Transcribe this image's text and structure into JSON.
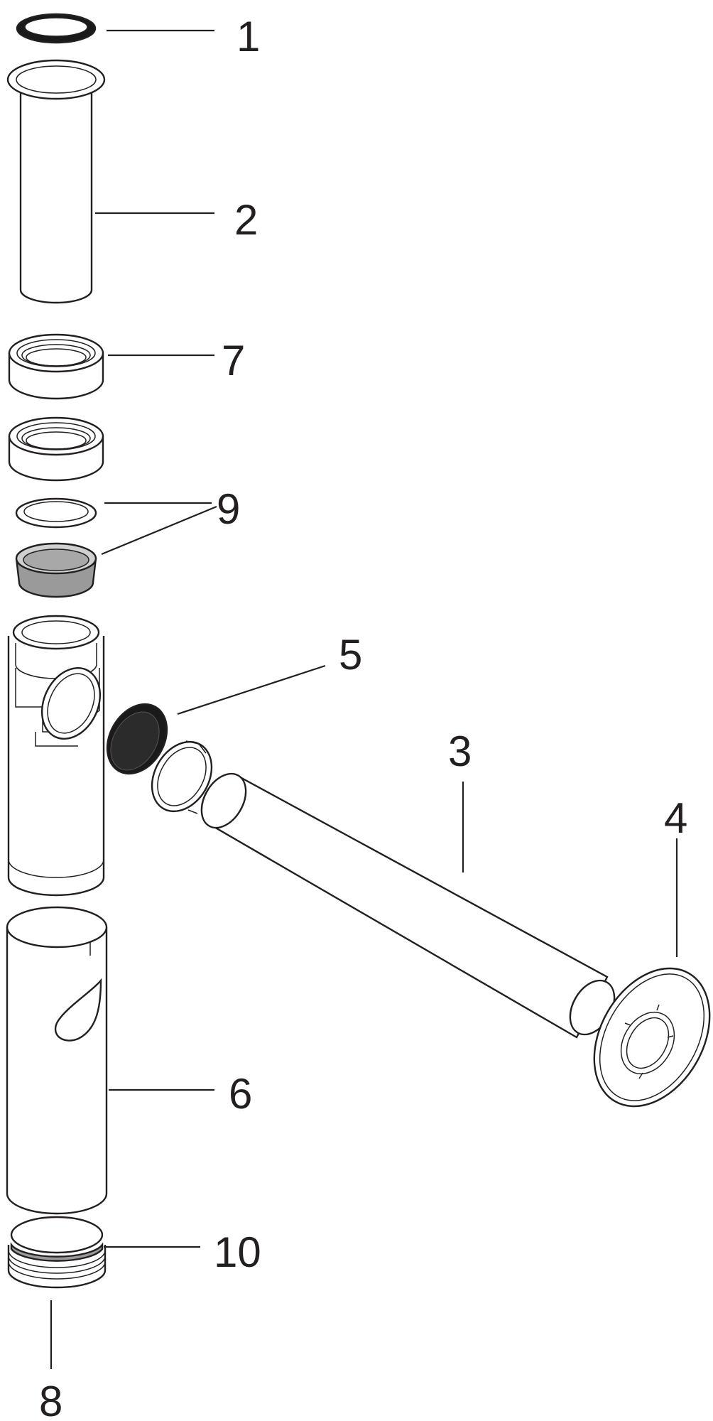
{
  "callouts": [
    {
      "id": "p1",
      "text": "1"
    },
    {
      "id": "p2",
      "text": "2"
    },
    {
      "id": "p3",
      "text": "3"
    },
    {
      "id": "p4",
      "text": "4"
    },
    {
      "id": "p5",
      "text": "5"
    },
    {
      "id": "p6",
      "text": "6"
    },
    {
      "id": "p7",
      "text": "7"
    },
    {
      "id": "p8",
      "text": "8"
    },
    {
      "id": "p9",
      "text": "9"
    },
    {
      "id": "p10",
      "text": "10"
    }
  ],
  "colors": {
    "ink": "#231f20",
    "background": "#ffffff",
    "rubber_dark": "#1a1a1a",
    "seal_grey": "#9a9a9a"
  }
}
